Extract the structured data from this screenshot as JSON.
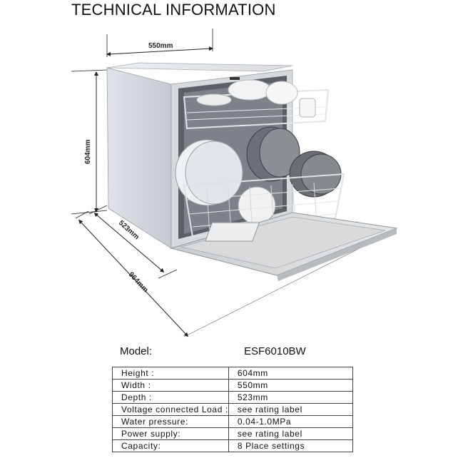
{
  "header": {
    "title": "TECHNICAL INFORMATION"
  },
  "figure": {
    "dims": {
      "width": "550mm",
      "height": "604mm",
      "depth": "523mm",
      "depth_open": "964mm"
    }
  },
  "model": {
    "label": "Model:",
    "value": "ESF6010BW"
  },
  "specs": [
    {
      "label": "Height :",
      "value": "604mm"
    },
    {
      "label": "Width :",
      "value": "550mm"
    },
    {
      "label": "Depth :",
      "value": "523mm"
    },
    {
      "label": "Voltage connected Load :",
      "value": "see rating label"
    },
    {
      "label": "Water pressure:",
      "value": "0.04-1.0MPa"
    },
    {
      "label": "Power supply:",
      "value": "see rating label"
    },
    {
      "label": "Capacity:",
      "value": "8 Place settings"
    }
  ]
}
